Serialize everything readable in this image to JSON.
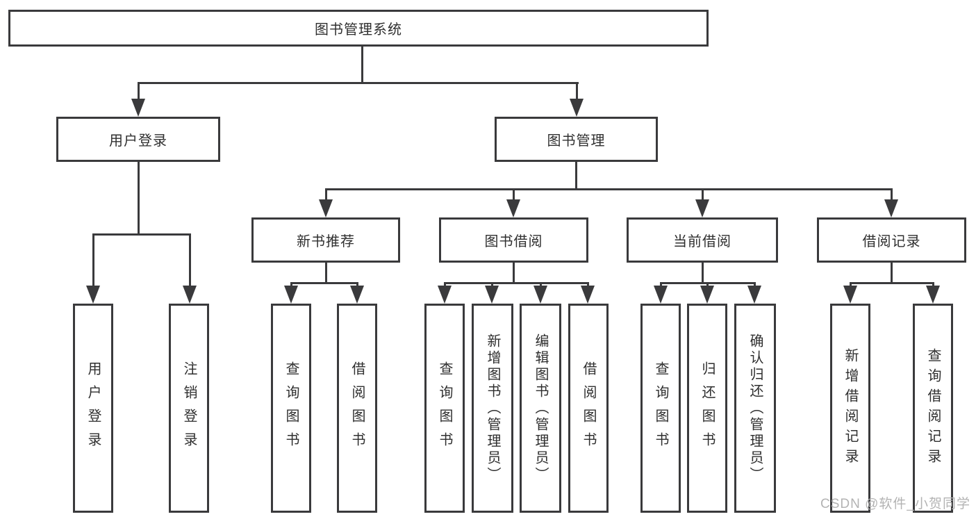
{
  "diagram": {
    "root": "图书管理系统",
    "level1": [
      "用户登录",
      "图书管理"
    ],
    "level2": [
      "新书推荐",
      "图书借阅",
      "当前借阅",
      "借阅记录"
    ],
    "leaves": [
      "用户登录",
      "注销登录",
      "查询图书",
      "借阅图书",
      "查询图书",
      "新增图书（管理员）",
      "编辑图书（管理员）",
      "借阅图书",
      "查询图书",
      "归还图书",
      "确认归还（管理员）",
      "新增借阅记录",
      "查询借阅记录"
    ]
  },
  "watermark": "CSDN @软件_小贺同学",
  "colors": {
    "line": "#3a3a3c",
    "text": "#2f2f2f",
    "background": "#ffffff",
    "watermark": "#b3b3b3"
  }
}
